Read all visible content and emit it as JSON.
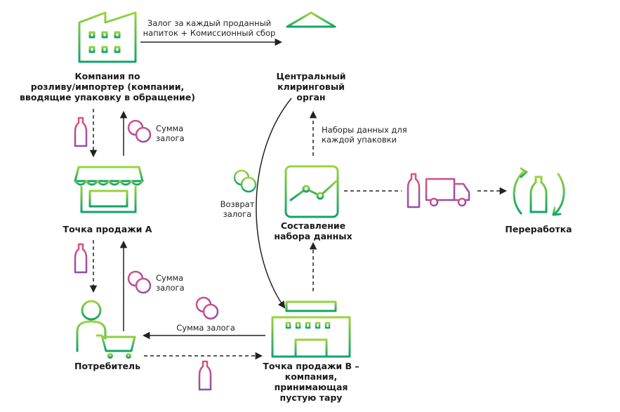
{
  "nodes": {
    "producer": "Компания по\nрозливу/импортер (компании,\nвводящие упаковку в обращение)",
    "clearing": "Центральный\nклиринговый\nорган",
    "store_a": "Точка продажи A",
    "consumer": "Потребитель",
    "store_b": "Точка продажи B –\nкомпания,\nпринимающая\nпустую тару",
    "dataset": "Составление\nнабора данных",
    "recycling": "Переработка"
  },
  "flows": {
    "deposit_fee": "Залог за каждый проданный\nнапиток + Комиссионный сбор",
    "deposit_sum_top": "Сумма\nзалога",
    "deposit_sum_mid": "Сумма\nзалога",
    "deposit_sum_consumer": "Сумма залога",
    "deposit_return": "Возврат\nзалога",
    "datasets": "Наборы данных для\nкаждой упаковки"
  },
  "colors": {
    "green_light": "#9ad43c",
    "green_dark": "#11a36b",
    "pink": "#e0507a",
    "purple": "#8a4fb0",
    "arrow": "#222222"
  }
}
